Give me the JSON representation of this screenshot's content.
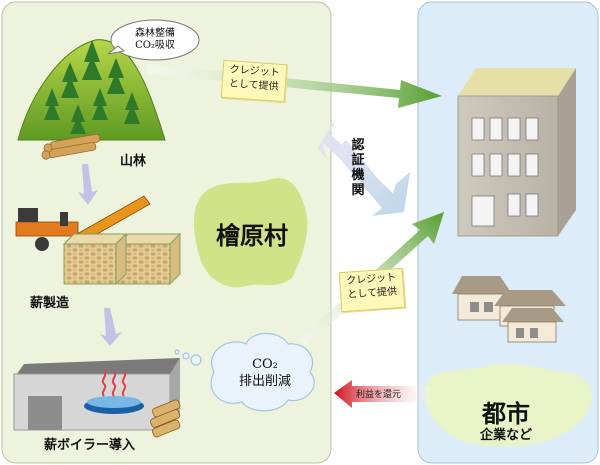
{
  "speech_bubble": {
    "line1": "森林整備",
    "line2": "CO₂吸収"
  },
  "labels": {
    "forest": "山林",
    "firewood_production": "薪製造",
    "boiler_intro": "薪ボイラー導入",
    "village": "檜原村",
    "certification": [
      "認",
      "証",
      "機",
      "関"
    ],
    "co2_line1": "CO₂",
    "co2_line2": "排出削減",
    "city": "都市",
    "companies": "企業など"
  },
  "credit_note_top": {
    "line1": "クレジット",
    "line2": "として提供"
  },
  "credit_note_bottom": {
    "line1": "クレジット",
    "line2": "として提供"
  },
  "profit_arrow": {
    "text": "利益を還元"
  },
  "colors": {
    "left_panel": "#eef3de",
    "right_panel": "#dcecf8",
    "village_blob": "#d2e289",
    "green_arrow": "#5aa030",
    "red_arrow": "#d0101c",
    "note_bg": "#fff8b8"
  },
  "icons": {
    "mountain": "forested-mountain-icon",
    "chipper": "wood-chipper-icon",
    "firewood": "firewood-stack-icon",
    "boiler": "boiler-house-icon",
    "building": "office-building-icon",
    "houses": "houses-icon",
    "cloud": "co2-cloud-icon"
  }
}
